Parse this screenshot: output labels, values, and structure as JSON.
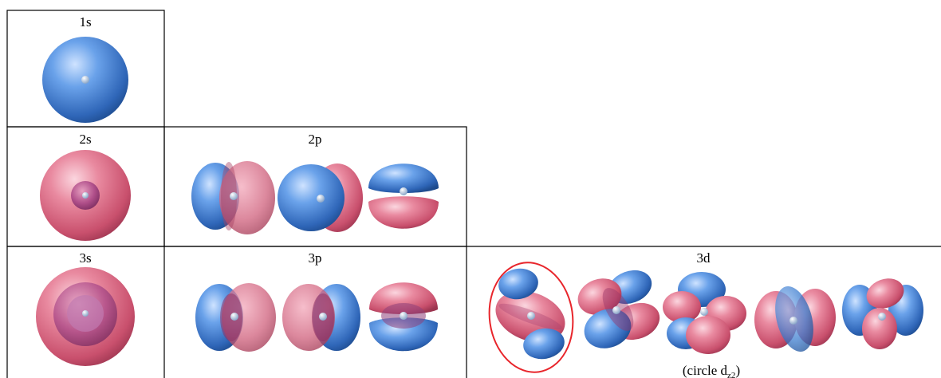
{
  "diagram": {
    "cells": {
      "s1": {
        "label": "1s"
      },
      "s2": {
        "label": "2s"
      },
      "p2": {
        "label": "2p"
      },
      "s3": {
        "label": "3s"
      },
      "p3": {
        "label": "3p"
      },
      "d3": {
        "label": "3d",
        "caption": "(circle d",
        "caption_sub": "z2",
        "caption_end": ")"
      }
    },
    "colors": {
      "blue_lobe": "#3f7fd0",
      "red_lobe": "#d8607a",
      "highlight_circle": "#e8252b",
      "grid_line": "#000000"
    }
  }
}
